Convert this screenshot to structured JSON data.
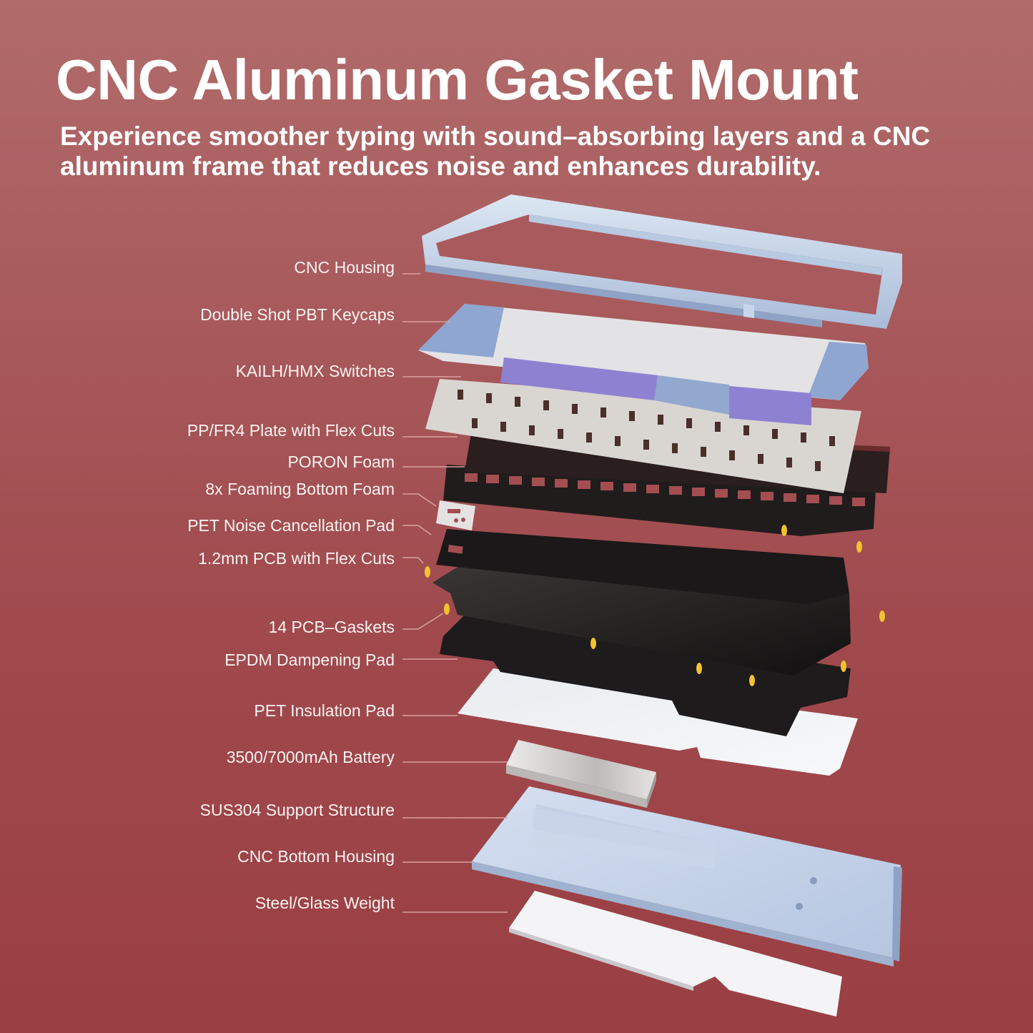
{
  "header": {
    "title": "CNC Aluminum Gasket Mount",
    "subtitle": "Experience smoother typing with sound–absorbing layers and a CNC aluminum frame that reduces noise and enhances durability."
  },
  "colors": {
    "background_top": "#b16b6b",
    "background_bottom": "#9a3f43",
    "housing": "#c7d6ea",
    "keycap_white": "#e6e6e6",
    "keycap_blue": "#8fa6cf",
    "keycap_purple": "#8c7fd0",
    "plate": "#1e1a1a",
    "gasket": "#f2c230",
    "leader_line": "#d9a0a0"
  },
  "layers": [
    {
      "id": "cnc-housing",
      "label": "CNC Housing"
    },
    {
      "id": "keycaps",
      "label": "Double Shot PBT Keycaps"
    },
    {
      "id": "switches",
      "label": "KAILH/HMX Switches"
    },
    {
      "id": "plate",
      "label": "PP/FR4 Plate with Flex Cuts"
    },
    {
      "id": "poron-foam",
      "label": "PORON Foam"
    },
    {
      "id": "bottom-foam",
      "label": "8x Foaming Bottom Foam"
    },
    {
      "id": "pet-noise-pad",
      "label": "PET Noise Cancellation Pad"
    },
    {
      "id": "pcb",
      "label": "1.2mm PCB with Flex Cuts"
    },
    {
      "id": "pcb-gaskets",
      "label": "14 PCB–Gaskets"
    },
    {
      "id": "epdm-pad",
      "label": "EPDM Dampening Pad"
    },
    {
      "id": "pet-insulation",
      "label": "PET Insulation Pad"
    },
    {
      "id": "battery",
      "label": "3500/7000mAh Battery"
    },
    {
      "id": "sus304",
      "label": "SUS304 Support Structure"
    },
    {
      "id": "bottom-housing",
      "label": "CNC Bottom Housing"
    },
    {
      "id": "weight",
      "label": "Steel/Glass Weight"
    }
  ]
}
